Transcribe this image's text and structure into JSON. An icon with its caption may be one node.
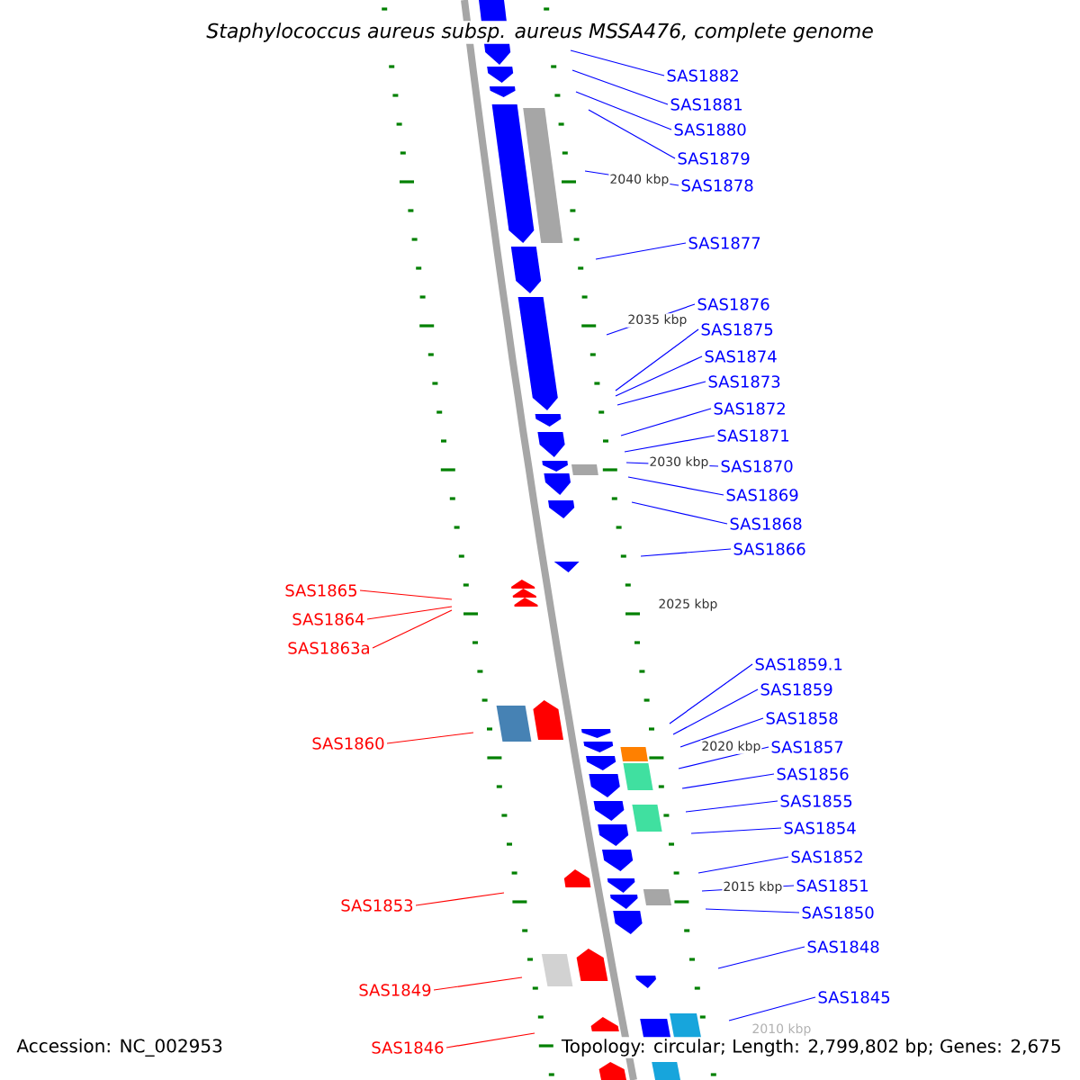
{
  "diagram": {
    "title": "Staphylococcus aureus subsp. aureus MSSA476, complete genome",
    "nodes": [
      {
        "text": [
          "SAS1882"
        ]
      },
      {
        "text": [
          "SAS1881"
        ]
      },
      {
        "text": [
          "SAS1880"
        ]
      },
      {
        "text": [
          "SAS1879"
        ]
      },
      {
        "text": [
          "SAS1878"
        ]
      },
      {
        "text": [
          "SAS1877"
        ]
      },
      {
        "text": [
          "SAS1876"
        ]
      },
      {
        "text": [
          "SAS1875"
        ]
      },
      {
        "text": [
          "SAS1874"
        ]
      },
      {
        "text": [
          "SAS1873"
        ]
      },
      {
        "text": [
          "SAS1872"
        ]
      },
      {
        "text": [
          "SAS1871"
        ]
      },
      {
        "text": [
          "SAS1870"
        ]
      },
      {
        "text": [
          "SAS1869"
        ]
      },
      {
        "text": [
          "SAS1868"
        ]
      },
      {
        "text": [
          "SAS1866"
        ]
      },
      {
        "text": [
          "SAS1865"
        ]
      },
      {
        "text": [
          "SAS1864"
        ]
      },
      {
        "text": [
          "SAS1863a"
        ]
      },
      {
        "text": [
          "SAS1859.1"
        ]
      },
      {
        "text": [
          "SAS1859"
        ]
      },
      {
        "text": [
          "SAS1858"
        ]
      },
      {
        "text": [
          "SAS1860"
        ]
      },
      {
        "text": [
          "SAS1857"
        ]
      },
      {
        "text": [
          "SAS1856"
        ]
      },
      {
        "text": [
          "SAS1855"
        ]
      },
      {
        "text": [
          "SAS1854"
        ]
      },
      {
        "text": [
          "SAS1852"
        ]
      },
      {
        "text": [
          "SAS1851"
        ]
      },
      {
        "text": [
          "SAS1853"
        ]
      },
      {
        "text": [
          "SAS1850"
        ]
      },
      {
        "text": [
          "SAS1848"
        ]
      },
      {
        "text": [
          "SAS1849"
        ]
      },
      {
        "text": [
          "SAS1845"
        ]
      },
      {
        "text": [
          "SAS1846"
        ]
      }
    ],
    "edges": [
      {
        "from": 0,
        "to": null,
        "arrow": "none"
      },
      {
        "from": 1,
        "to": null,
        "arrow": "none"
      },
      {
        "from": 2,
        "to": null,
        "arrow": "none"
      },
      {
        "from": 3,
        "to": null,
        "arrow": "none"
      },
      {
        "from": 4,
        "to": null,
        "arrow": "none"
      },
      {
        "from": 5,
        "to": null,
        "arrow": "none"
      },
      {
        "from": 6,
        "to": null,
        "arrow": "none"
      },
      {
        "from": 7,
        "to": null,
        "arrow": "none"
      },
      {
        "from": 8,
        "to": null,
        "arrow": "none"
      },
      {
        "from": 9,
        "to": null,
        "arrow": "none"
      },
      {
        "from": 10,
        "to": null,
        "arrow": "none"
      },
      {
        "from": 11,
        "to": null,
        "arrow": "none"
      },
      {
        "from": 12,
        "to": null,
        "arrow": "none"
      },
      {
        "from": 13,
        "to": null,
        "arrow": "none"
      },
      {
        "from": 14,
        "to": null,
        "arrow": "none"
      },
      {
        "from": 15,
        "to": null,
        "arrow": "none"
      },
      {
        "from": 16,
        "to": null,
        "arrow": "none",
        "color": "#ff0000"
      },
      {
        "from": 17,
        "to": null,
        "arrow": "none",
        "color": "#ff0000"
      },
      {
        "from": 18,
        "to": null,
        "arrow": "none",
        "color": "#ff0000"
      },
      {
        "from": 19,
        "to": null,
        "arrow": "none"
      },
      {
        "from": 20,
        "to": null,
        "arrow": "none"
      },
      {
        "from": 21,
        "to": null,
        "arrow": "none"
      },
      {
        "from": 22,
        "to": null,
        "arrow": "none",
        "color": "#ff0000"
      },
      {
        "from": 23,
        "to": null,
        "arrow": "none"
      },
      {
        "from": 24,
        "to": null,
        "arrow": "none"
      },
      {
        "from": 25,
        "to": null,
        "arrow": "none"
      },
      {
        "from": 26,
        "to": null,
        "arrow": "none"
      },
      {
        "from": 27,
        "to": null,
        "arrow": "none"
      },
      {
        "from": 28,
        "to": null,
        "arrow": "none"
      },
      {
        "from": 29,
        "to": null,
        "arrow": "none",
        "color": "#ff0000"
      },
      {
        "from": 30,
        "to": null,
        "arrow": "none"
      },
      {
        "from": 31,
        "to": null,
        "arrow": "none"
      },
      {
        "from": 32,
        "to": null,
        "arrow": "none",
        "color": "#ff0000"
      },
      {
        "from": 33,
        "to": null,
        "arrow": "none"
      },
      {
        "from": 34,
        "to": null,
        "arrow": "none",
        "color": "#ff0000"
      }
    ],
    "labels": [
      "2040 kbp",
      "2035 kbp",
      "2030 kbp",
      "2025 kbp",
      "2020 kbp",
      "2015 kbp",
      "2010 kbp",
      "Accession: NC_002953",
      "Topology: circular; Length: 2,799,802 bp; Genes: 2,675"
    ]
  }
}
